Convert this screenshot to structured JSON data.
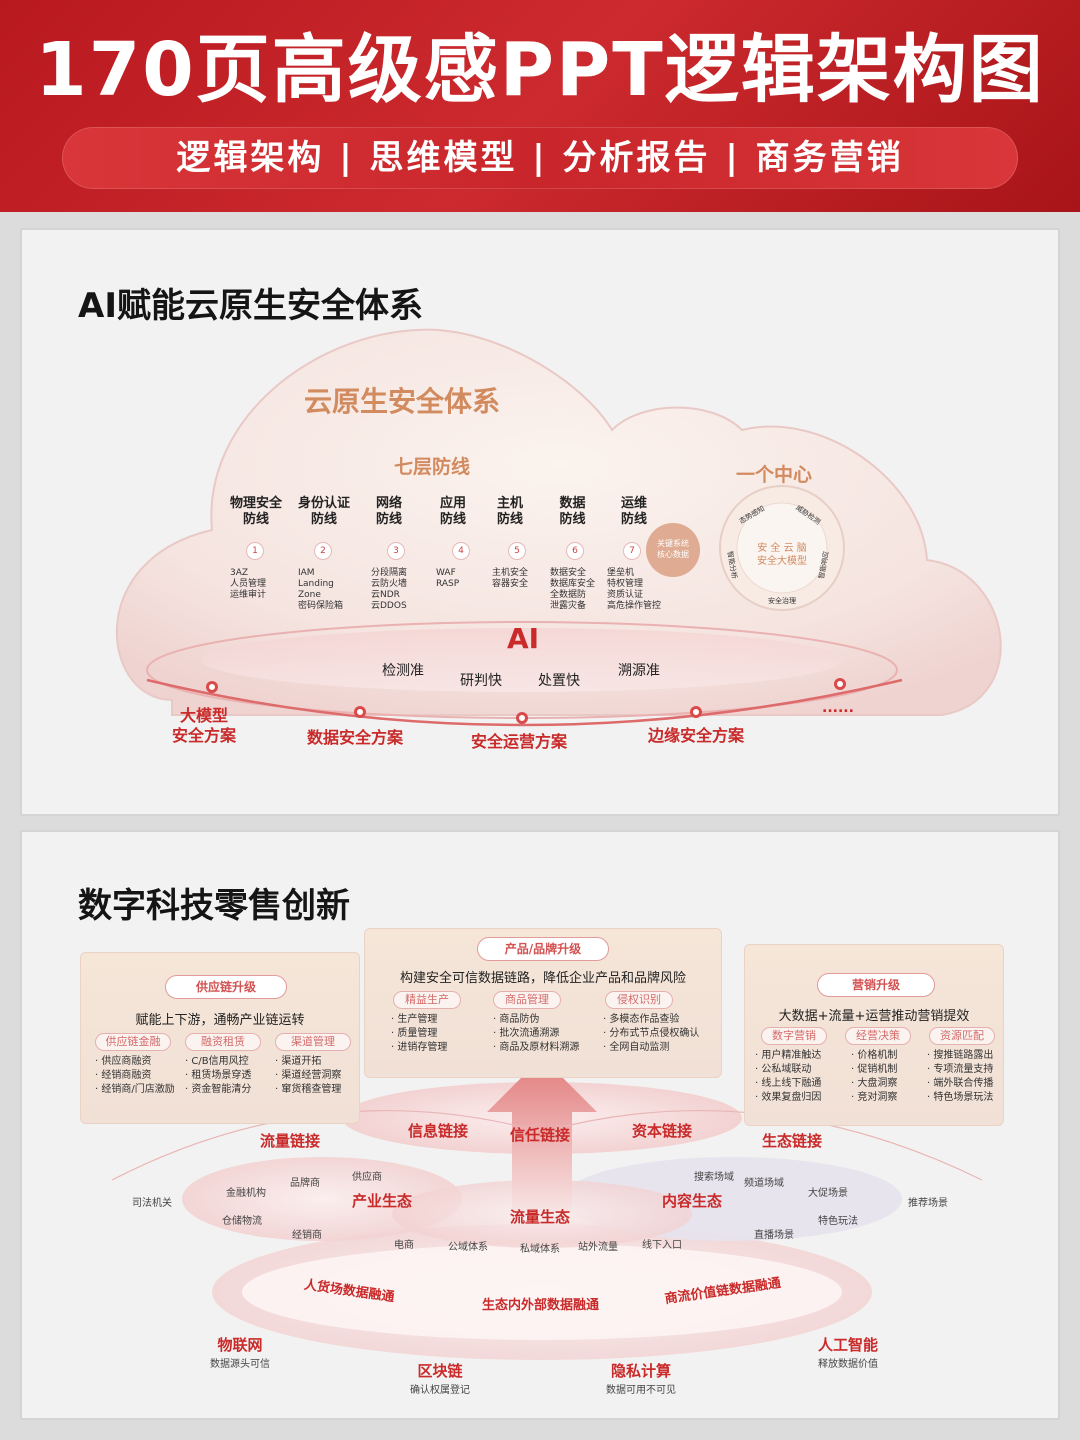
{
  "header": {
    "title": "170页高级感PPT逻辑架构图",
    "subtitle": "逻辑架构 | 思维模型 | 分析报告 | 商务营销"
  },
  "panel1": {
    "title": "AI赋能云原生安全体系",
    "cloud_title": "云原生安全体系",
    "seven_layers_title": "七层防线",
    "layers": [
      {
        "title1": "物理安全",
        "title2": "防线",
        "num": "1",
        "items": [
          "3AZ",
          "人员管理",
          "运维审计"
        ]
      },
      {
        "title1": "身份认证",
        "title2": "防线",
        "num": "2",
        "items": [
          "IAM",
          "Landing",
          "Zone",
          "密码保险箱"
        ]
      },
      {
        "title1": "网络",
        "title2": "防线",
        "num": "3",
        "items": [
          "分段隔离",
          "云防火墙",
          "云NDR",
          "云DDOS"
        ]
      },
      {
        "title1": "应用",
        "title2": "防线",
        "num": "4",
        "items": [
          "WAF",
          "RASP"
        ]
      },
      {
        "title1": "主机",
        "title2": "防线",
        "num": "5",
        "items": [
          "主机安全",
          "容器安全"
        ]
      },
      {
        "title1": "数据",
        "title2": "防线",
        "num": "6",
        "items": [
          "数据安全",
          "数据库安全",
          "全数据防",
          "泄露灾备"
        ]
      },
      {
        "title1": "运维",
        "title2": "防线",
        "num": "7",
        "items": [
          "堡垒机",
          "特权管理",
          "资质认证",
          "高危操作管控"
        ]
      }
    ],
    "core_badge": [
      "关键系统",
      "核心数据"
    ],
    "center_title": "一个中心",
    "center_inner": [
      "安 全 云 脑",
      "安全大模型"
    ],
    "ring_labels": {
      "top_left": "态势感知",
      "top_right": "威胁检测",
      "left": "智能分析",
      "right": "智能响应",
      "bottom": "安全治理"
    },
    "ai_label": "AI",
    "ai_words": [
      "检测准",
      "研判快",
      "处置快",
      "溯源准"
    ],
    "solutions": [
      [
        "大模型",
        "安全方案"
      ],
      [
        "数据安全方案"
      ],
      [
        "安全运营方案"
      ],
      [
        "边缘安全方案"
      ],
      [
        "......"
      ]
    ]
  },
  "panel2": {
    "title": "数字科技零售创新",
    "left_box": {
      "title": "供应链升级",
      "desc": "赋能上下游，通畅产业链运转",
      "tags": [
        "供应链金融",
        "融资租赁",
        "渠道管理"
      ],
      "cols": [
        [
          "供应商融资",
          "经销商融资",
          "经销商/门店激励"
        ],
        [
          "C/B信用风控",
          "租赁场景穿透",
          "资金智能清分"
        ],
        [
          "渠道开拓",
          "渠道经营洞察",
          "窜货稽查管理"
        ]
      ]
    },
    "center_box": {
      "title": "产品/品牌升级",
      "desc": "构建安全可信数据链路，降低企业产品和品牌风险",
      "tags": [
        "精益生产",
        "商品管理",
        "侵权识别"
      ],
      "cols": [
        [
          "生产管理",
          "质量管理",
          "进销存管理"
        ],
        [
          "商品防伪",
          "批次流通溯源",
          "商品及原材料溯源"
        ],
        [
          "多模态作品查验",
          "分布式节点侵权确认",
          "全网自动监测"
        ]
      ]
    },
    "right_box": {
      "title": "营销升级",
      "desc": "大数据+流量+运营推动营销提效",
      "tags": [
        "数字营销",
        "经营决策",
        "资源匹配"
      ],
      "cols": [
        [
          "用户精准触达",
          "公私域联动",
          "线上线下融通",
          "效果复盘归因"
        ],
        [
          "价格机制",
          "促销机制",
          "大盘洞察",
          "竞对洞察"
        ],
        [
          "搜推链路露出",
          "专项流量支持",
          "端外联合传播",
          "特色场景玩法"
        ]
      ]
    },
    "links": [
      "流量链接",
      "信息链接",
      "信任链接",
      "资本链接",
      "生态链接"
    ],
    "eco_left": {
      "title": "产业生态",
      "outside": "司法机关",
      "nodes": [
        "金融机构",
        "品牌商",
        "供应商",
        "仓储物流",
        "经销商",
        "电商"
      ]
    },
    "eco_center": {
      "title": "流量生态",
      "nodes": [
        "公域体系",
        "私域体系",
        "站外流量",
        "线下入口"
      ]
    },
    "eco_right": {
      "title": "内容生态",
      "outside": "推荐场景",
      "nodes": [
        "搜索场域",
        "频道场域",
        "大促场景",
        "特色玩法",
        "直播场景"
      ]
    },
    "fusion": [
      "人货场数据融通",
      "生态内外部数据融通",
      "商流价值链数据融通"
    ],
    "tech": [
      {
        "name": "物联网",
        "desc": "数据源头可信"
      },
      {
        "name": "区块链",
        "desc": "确认权属登记"
      },
      {
        "name": "隐私计算",
        "desc": "数据可用不可见"
      },
      {
        "name": "人工智能",
        "desc": "释放数据价值"
      }
    ]
  }
}
